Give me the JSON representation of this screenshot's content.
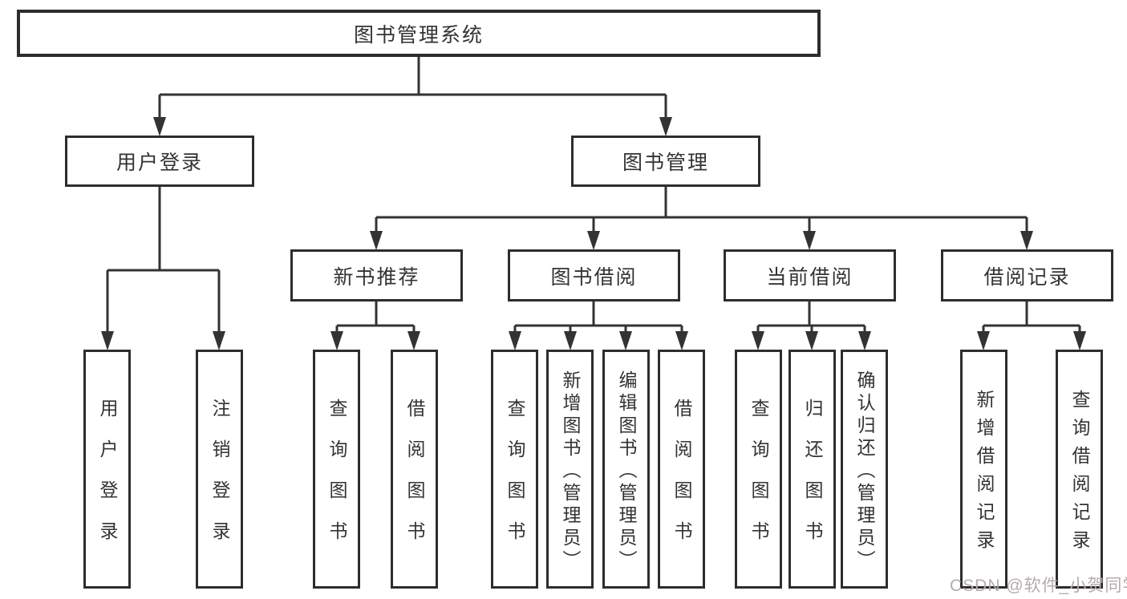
{
  "diagram": {
    "root": "图书管理系统",
    "level2": [
      "用户登录",
      "图书管理"
    ],
    "level3": [
      "新书推荐",
      "图书借阅",
      "当前借阅",
      "借阅记录"
    ],
    "leaves": {
      "user_login": [
        "用户登录",
        "注销登录"
      ],
      "new_book": [
        "查询图书",
        "借阅图书"
      ],
      "book_borrow": [
        "查询图书",
        "新增图书（管理员）",
        "编辑图书（管理员）",
        "借阅图书"
      ],
      "current_borrow": [
        "查询图书",
        "归还图书",
        "确认归还（管理员）"
      ],
      "borrow_record": [
        "新增借阅记录",
        "查询借阅记录"
      ]
    }
  },
  "watermark": "CSDN @软件_小贺同学",
  "colors": {
    "line": "#333333",
    "box_border": "#2d2d2d",
    "box_fill": "#ffffff",
    "text": "#333333",
    "watermark_text": "#b5abab",
    "background": "#ffffff"
  }
}
